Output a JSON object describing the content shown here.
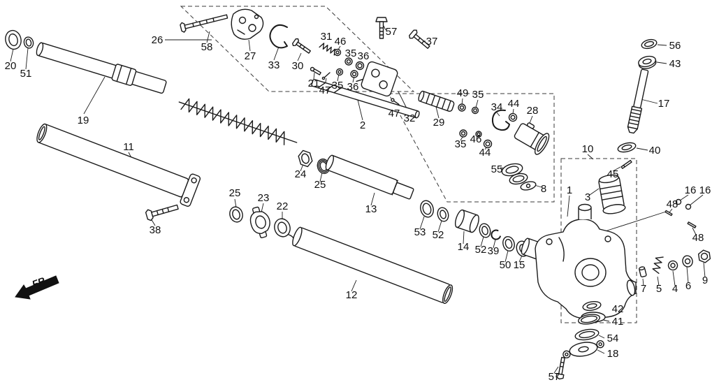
{
  "diagram": {
    "fr_label": "FR.",
    "colors": {
      "line": "#1a1a1a",
      "background": "#ffffff"
    },
    "labels": [
      {
        "t": "20"
      },
      {
        "t": "51"
      },
      {
        "t": "19"
      },
      {
        "t": "26"
      },
      {
        "t": "58"
      },
      {
        "t": "27"
      },
      {
        "t": "33"
      },
      {
        "t": "30"
      },
      {
        "t": "31"
      },
      {
        "t": "46"
      },
      {
        "t": "35"
      },
      {
        "t": "36"
      },
      {
        "t": "57"
      },
      {
        "t": "37"
      },
      {
        "t": "21"
      },
      {
        "t": "47"
      },
      {
        "t": "35"
      },
      {
        "t": "36"
      },
      {
        "t": "2"
      },
      {
        "t": "47"
      },
      {
        "t": "32"
      },
      {
        "t": "29"
      },
      {
        "t": "49"
      },
      {
        "t": "35"
      },
      {
        "t": "34"
      },
      {
        "t": "44"
      },
      {
        "t": "28"
      },
      {
        "t": "56"
      },
      {
        "t": "43"
      },
      {
        "t": "17"
      },
      {
        "t": "40"
      },
      {
        "t": "10"
      },
      {
        "t": "45"
      },
      {
        "t": "16"
      },
      {
        "t": "16"
      },
      {
        "t": "48"
      },
      {
        "t": "48"
      },
      {
        "t": "3"
      },
      {
        "t": "1"
      },
      {
        "t": "35"
      },
      {
        "t": "46"
      },
      {
        "t": "44"
      },
      {
        "t": "55"
      },
      {
        "t": "8"
      },
      {
        "t": "11"
      },
      {
        "t": "24"
      },
      {
        "t": "25"
      },
      {
        "t": "13"
      },
      {
        "t": "53"
      },
      {
        "t": "52"
      },
      {
        "t": "14"
      },
      {
        "t": "52"
      },
      {
        "t": "39"
      },
      {
        "t": "50"
      },
      {
        "t": "15"
      },
      {
        "t": "25"
      },
      {
        "t": "23"
      },
      {
        "t": "22"
      },
      {
        "t": "38"
      },
      {
        "t": "12"
      },
      {
        "t": "42"
      },
      {
        "t": "41"
      },
      {
        "t": "54"
      },
      {
        "t": "18"
      },
      {
        "t": "7"
      },
      {
        "t": "5"
      },
      {
        "t": "4"
      },
      {
        "t": "6"
      },
      {
        "t": "9"
      },
      {
        "t": "57"
      }
    ]
  }
}
